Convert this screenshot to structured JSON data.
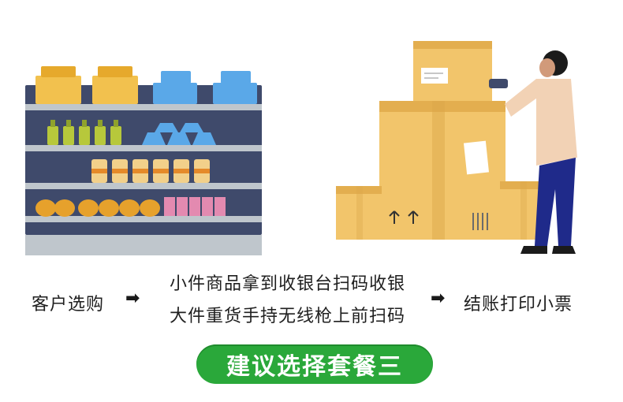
{
  "flow": {
    "step1": "客户选购",
    "arrow": "➡",
    "step2_line1": "小件商品拿到收银台扫码收银",
    "step2_line2": "大件重货手持无线枪上前扫码",
    "step3": "结账打印小票"
  },
  "cta": {
    "label": "建议选择套餐三"
  },
  "colors": {
    "shelf_frame": "#3f4a6b",
    "shelf_board": "#bfc6cc",
    "box": "#f2c56b",
    "box_dark": "#d9a64a",
    "cta": "#2aa83a",
    "person_shirt": "#f2d2b5",
    "person_pants": "#1f2a8a"
  },
  "icons": [
    "shelf-illustration",
    "worker-scanning-illustration",
    "right-arrow-icon"
  ]
}
